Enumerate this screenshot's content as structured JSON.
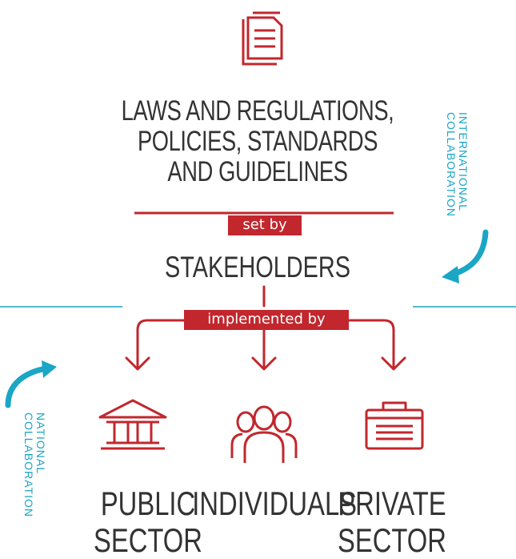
{
  "title_lines": [
    "LAWS AND REGULATIONS,",
    "POLICIES, STANDARDS",
    "AND GUIDELINES"
  ],
  "set_by": "set by",
  "stakeholders": "STAKEHOLDERS",
  "implemented_by": "implemented by",
  "international": [
    "INTERNATIONAL",
    "COLLABORATION"
  ],
  "national": [
    "NATIONAL",
    "COLLABORATION"
  ],
  "entities": {
    "public": [
      "PUBLIC",
      "SECTOR"
    ],
    "individuals": [
      "INDIVIDUALS"
    ],
    "private": [
      "PRIVATE",
      "SECTOR"
    ]
  },
  "icons": {
    "top": "document-icon",
    "public": "government-building-icon",
    "individuals": "people-group-icon",
    "private": "briefcase-icon"
  },
  "colors": {
    "accent": "#c1272d",
    "teal": "#1aa6c4",
    "text": "#333333"
  }
}
